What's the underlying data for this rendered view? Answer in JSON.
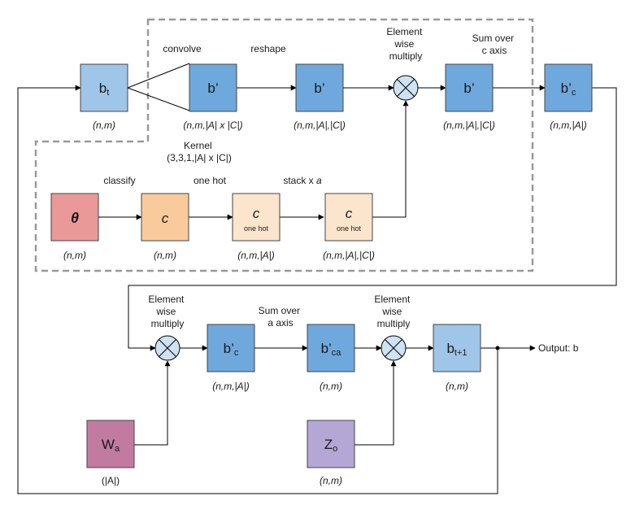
{
  "colors": {
    "blue_dark": "#6fa8dc",
    "blue_light": "#9fc5e8",
    "red": "#ea9999",
    "orange": "#f9cb9c",
    "orange_light": "#fce5cd",
    "magenta": "#c27ba0",
    "purple": "#b4a7d6",
    "multiply_fill": "#cfe2f3",
    "dashed_border": "#999999"
  },
  "nodes": {
    "b_t": {
      "main": "b",
      "sub": "t",
      "dim": "(n,m)"
    },
    "b_prime_conv": {
      "main": "b’",
      "dim": "(n,m,|A| x |C|)"
    },
    "b_prime_reshape": {
      "main": "b’",
      "dim": "(n,m,|A|,|C|)"
    },
    "b_prime_sum": {
      "main": "b’",
      "dim": "(n,m,|A|,|C|)"
    },
    "b_prime_c_top": {
      "main": "b’",
      "sub": "c",
      "dim": "(n,m,|A|)"
    },
    "theta": {
      "main": "θ",
      "dim": "(n,m)"
    },
    "c_class": {
      "main": "c",
      "dim": "(n,m)"
    },
    "c_onehot": {
      "main": "c",
      "sub_label": "one hot",
      "dim": "(n,m,|A|)"
    },
    "c_stack": {
      "main": "c",
      "sub_label": "one hot",
      "dim": "(n,m,|A|,|C|)"
    },
    "b_prime_c_bottom": {
      "main": "b’",
      "sub": "c",
      "dim": "(n,m,|A|)"
    },
    "b_prime_ca": {
      "main": "b’",
      "sub": "ca",
      "dim": "(n,m)"
    },
    "b_t1": {
      "main": "b",
      "sub": "t+1",
      "dim": "(n,m)"
    },
    "w_a": {
      "main": "W",
      "sub": "a",
      "dim": "(|A|)"
    },
    "z_o": {
      "main": "Z",
      "sub": "o",
      "dim": "(n,m)"
    }
  },
  "labels": {
    "convolve": "convolve",
    "reshape": "reshape",
    "element_wise_multiply_top": [
      "Element",
      "wise",
      "multiply"
    ],
    "sum_over_c": [
      "Sum over",
      "c axis"
    ],
    "kernel": [
      "Kernel",
      "(3,3,1,|A| x |C|)"
    ],
    "classify": "classify",
    "one_hot": "one hot",
    "stack": "stack x ",
    "stack_var": "a",
    "element_wise_multiply_1": [
      "Element",
      "wise",
      "multiply"
    ],
    "sum_over_a": [
      "Sum over",
      "a axis"
    ],
    "element_wise_multiply_2": [
      "Element",
      "wise",
      "multiply"
    ],
    "output": "Output: b"
  }
}
